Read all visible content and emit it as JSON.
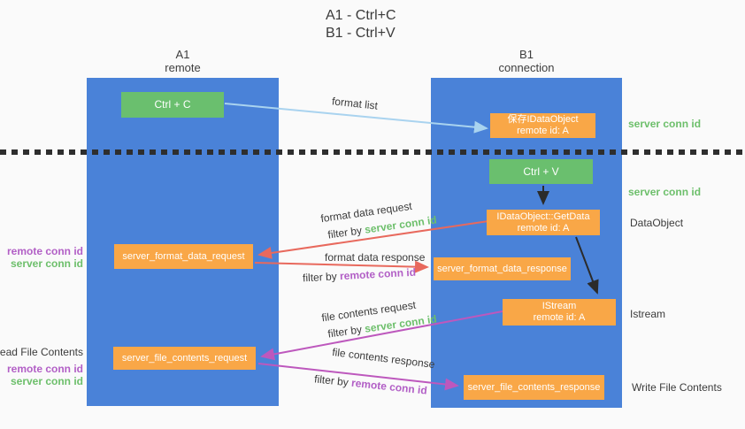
{
  "title": {
    "line1": "A1 - Ctrl+C",
    "line2": "B1 - Ctrl+V"
  },
  "columns": {
    "a1": {
      "name": "A1",
      "subtitle": "remote"
    },
    "b1": {
      "name": "B1",
      "subtitle": "connection"
    }
  },
  "nodes": {
    "ctrl_c": {
      "label": "Ctrl + C"
    },
    "save_idataobject": {
      "line1": "保存IDataObject",
      "line2": "remote id: A"
    },
    "ctrl_v": {
      "label": "Ctrl + V"
    },
    "getdata": {
      "line1": "IDataObject::GetData",
      "line2": "remote id: A"
    },
    "format_request": {
      "label": "server_format_data_request"
    },
    "format_response": {
      "label": "server_format_data_response"
    },
    "istream": {
      "line1": "IStream",
      "line2": "remote id: A"
    },
    "file_request": {
      "label": "server_file_contents_request"
    },
    "file_response": {
      "label": "server_file_contents_response"
    }
  },
  "left_labels": {
    "remote_conn_id_top": "remote conn id",
    "server_conn_id_top": "server conn id",
    "read_file_contents": "Read File Contents",
    "remote_conn_id_bottom": "remote conn id",
    "server_conn_id_bottom": "server conn id"
  },
  "right_labels": {
    "server_conn_id_top": "server conn id",
    "server_conn_id_mid": "server conn id",
    "dataobject": "DataObject",
    "istream": "Istream",
    "write_file_contents": "Write File Contents"
  },
  "arrow_labels": {
    "format_list": "format list",
    "format_data_request": "format data request",
    "format_data_response": "format data response",
    "file_contents_request": "file contents request",
    "file_contents_response": "file contents response",
    "filter_by": "filter by",
    "server_conn_id": "server conn id",
    "remote_conn_id": "remote conn id"
  },
  "colors": {
    "background": "#fafafa",
    "column_blue": "#4a82d8",
    "box_green": "#6abf6e",
    "box_orange": "#f9a747",
    "arrow_light_blue": "#a9d3ef",
    "arrow_red": "#e8695d",
    "arrow_magenta": "#bd58bd",
    "arrow_black": "#2b2b2b",
    "label_green": "#6dbf6b",
    "label_purple": "#b25fc6",
    "divider_black": "#2e2e2e"
  }
}
